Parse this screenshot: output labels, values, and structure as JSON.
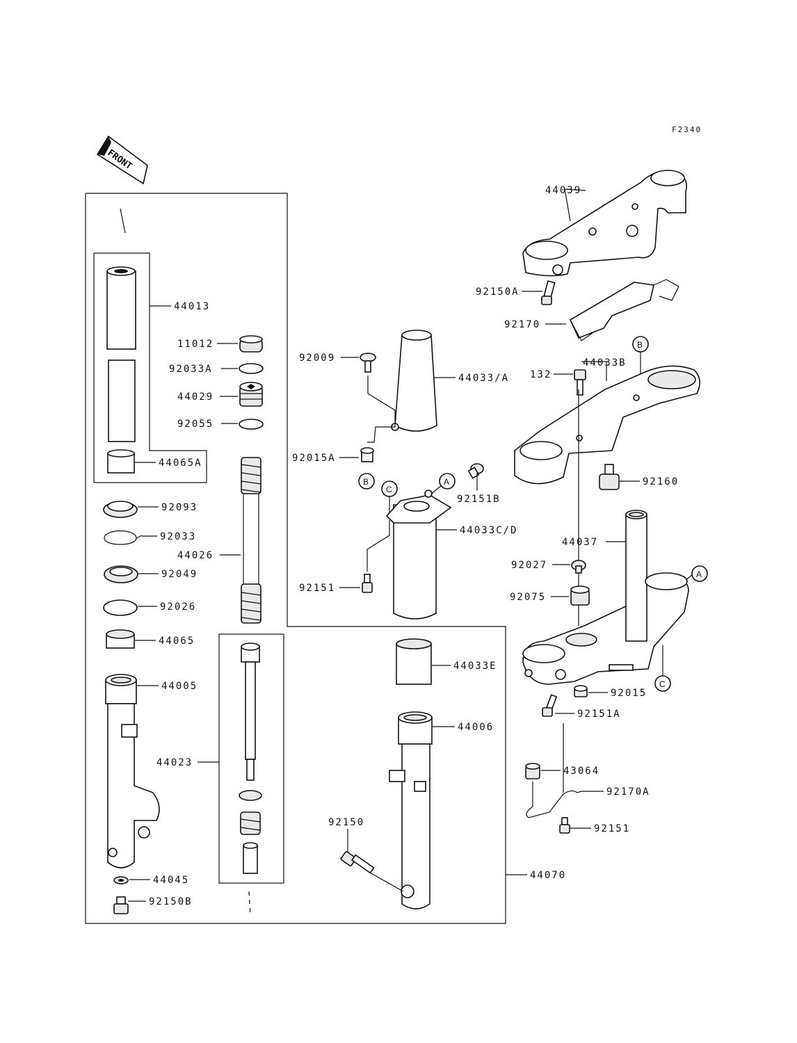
{
  "figure_code": "F2340",
  "front_label": "FRONT",
  "refs": {
    "a": "A",
    "b": "B",
    "c": "C"
  },
  "colors": {
    "ink": "#111111",
    "paper": "#ffffff",
    "shade": "#e9e9e9"
  },
  "parts": {
    "p44013": "44013",
    "p11012": "11012",
    "p92033A": "92033A",
    "p44029": "44029",
    "p92055": "92055",
    "p44065A": "44065A",
    "p92093": "92093",
    "p92033": "92033",
    "p44026": "44026",
    "p92049": "92049",
    "p92026": "92026",
    "p44065": "44065",
    "p44005": "44005",
    "p44023": "44023",
    "p44045": "44045",
    "p92150B": "92150B",
    "p92009": "92009",
    "p44033A": "44033/A",
    "p92015A": "92015A",
    "p92151B": "92151B",
    "p44033CD": "44033C/D",
    "p92151_mid": "92151",
    "p44033E": "44033E",
    "p44006": "44006",
    "p92150": "92150",
    "p44070": "44070",
    "p44039": "44039",
    "p92150A": "92150A",
    "p92170": "92170",
    "p132": "132",
    "p44033B": "44033B",
    "p92160": "92160",
    "p44037": "44037",
    "p92027": "92027",
    "p92075": "92075",
    "p92015": "92015",
    "p92151A": "92151A",
    "p43064": "43064",
    "p92170A": "92170A",
    "p92151_right": "92151"
  }
}
